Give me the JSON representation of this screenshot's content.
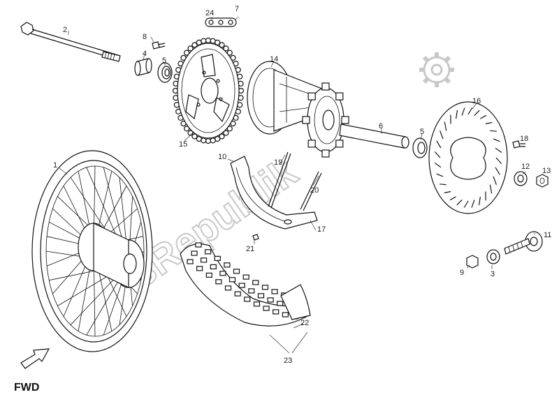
{
  "watermark": {
    "text": "PartsRepublik"
  },
  "direction_label": "FWD",
  "callouts": [
    {
      "id": "c1",
      "text": "1"
    },
    {
      "id": "c2",
      "text": "2"
    },
    {
      "id": "c3",
      "text": "3"
    },
    {
      "id": "c4",
      "text": "4"
    },
    {
      "id": "c5a",
      "text": "5"
    },
    {
      "id": "c5b",
      "text": "5"
    },
    {
      "id": "c6",
      "text": "6"
    },
    {
      "id": "c7",
      "text": "7"
    },
    {
      "id": "c8",
      "text": "8"
    },
    {
      "id": "c9",
      "text": "9"
    },
    {
      "id": "c10",
      "text": "10"
    },
    {
      "id": "c11",
      "text": "11"
    },
    {
      "id": "c12",
      "text": "12"
    },
    {
      "id": "c13",
      "text": "13"
    },
    {
      "id": "c14",
      "text": "14"
    },
    {
      "id": "c15",
      "text": "15"
    },
    {
      "id": "c16",
      "text": "16"
    },
    {
      "id": "c17",
      "text": "17"
    },
    {
      "id": "c18",
      "text": "18"
    },
    {
      "id": "c19",
      "text": "19"
    },
    {
      "id": "c20",
      "text": "20"
    },
    {
      "id": "c21",
      "text": "21"
    },
    {
      "id": "c22",
      "text": "22"
    },
    {
      "id": "c23",
      "text": "23"
    },
    {
      "id": "c24",
      "text": "24"
    }
  ],
  "icons": {
    "watermark_logo": "gear-icon",
    "direction": "arrow-icon"
  }
}
